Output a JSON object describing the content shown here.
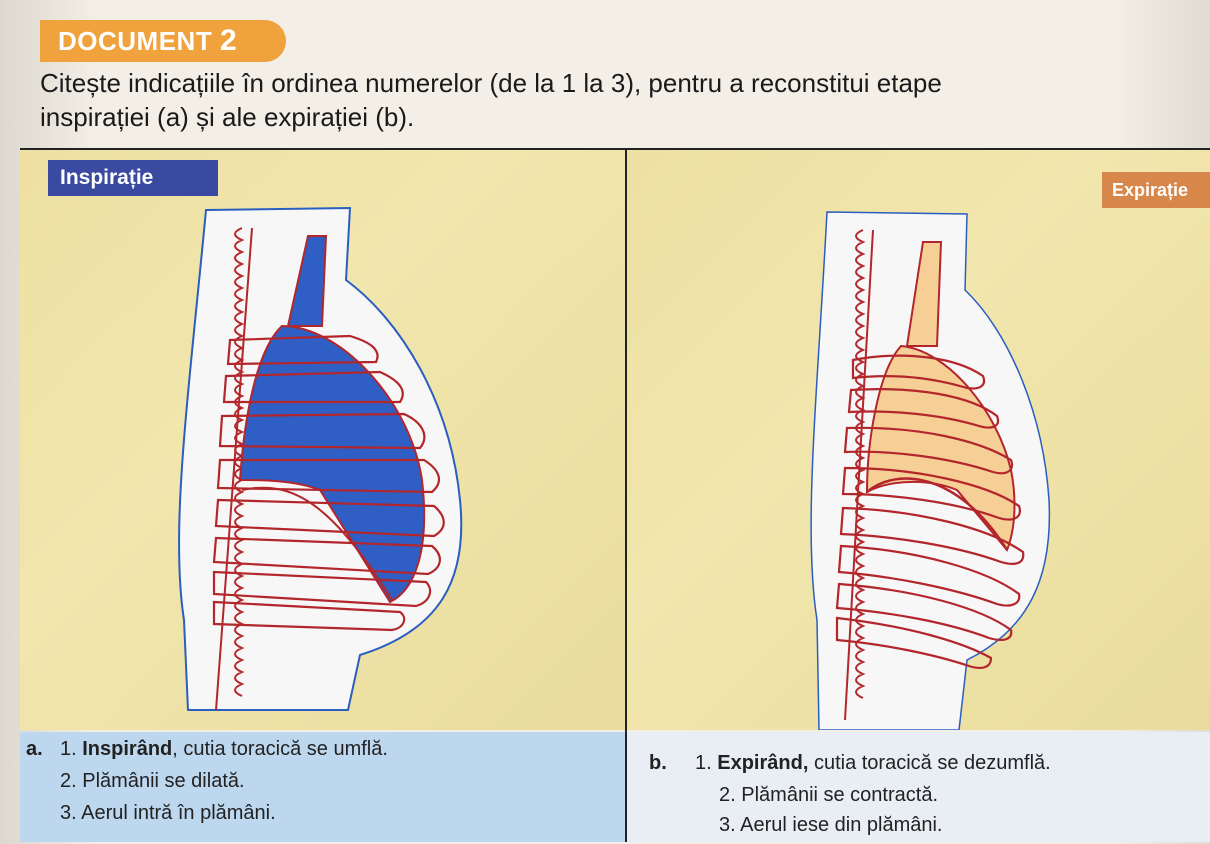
{
  "header": {
    "tag_word": "DOCUMENT",
    "tag_number": "2",
    "instruction_line1": "Citește indicațiile în ordinea numerelor (de la 1 la 3), pentru a reconstitui etape",
    "instruction_line2": "inspirației (a) și ale expirației (b)."
  },
  "panels": {
    "left": {
      "label": "Inspirație",
      "letter": "a.",
      "steps": [
        {
          "num": "1.",
          "bold": "Inspirând",
          "rest": ", cutia toracică se umflă."
        },
        {
          "num": "2.",
          "bold": "",
          "rest": "Plămânii se dilată."
        },
        {
          "num": "3.",
          "bold": "",
          "rest": "Aerul intră în plămâni."
        }
      ]
    },
    "right": {
      "label": "Expirație",
      "letter": "b.",
      "steps": [
        {
          "num": "1.",
          "bold": "Expirând,",
          "rest": " cutia toracică se dezumflă."
        },
        {
          "num": "2.",
          "bold": "",
          "rest": "Plămânii se contractă."
        },
        {
          "num": "3.",
          "bold": "",
          "rest": "Aerul iese din plămâni."
        }
      ]
    }
  },
  "colors": {
    "inspiration_lung": "#2f5fc4",
    "expiration_lung": "#f5cf96",
    "outline": "#b3262b",
    "label_inspiration": "#3b4aa1",
    "label_expiration": "#d8874a"
  }
}
